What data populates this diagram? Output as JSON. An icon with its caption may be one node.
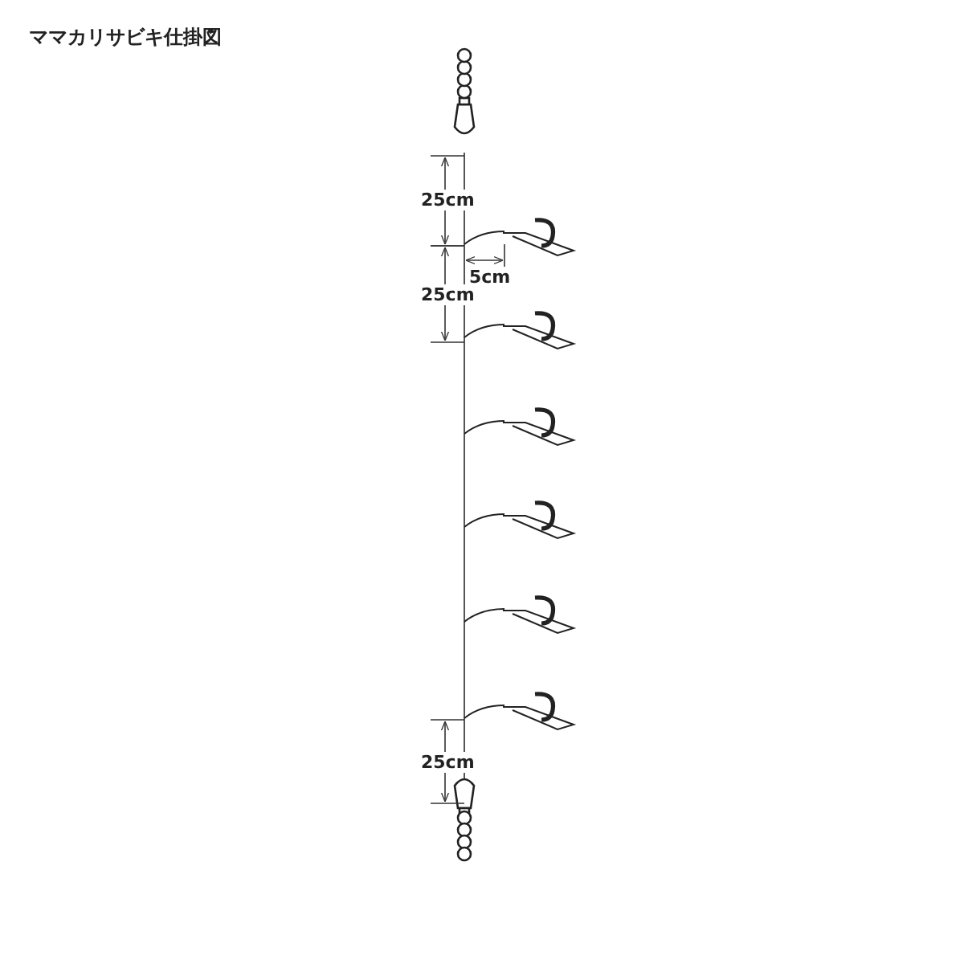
{
  "diagram": {
    "title": "ママカリサビキ仕掛図",
    "labels": [
      "25cm",
      "5cm",
      "25cm",
      "25cm"
    ]
  }
}
